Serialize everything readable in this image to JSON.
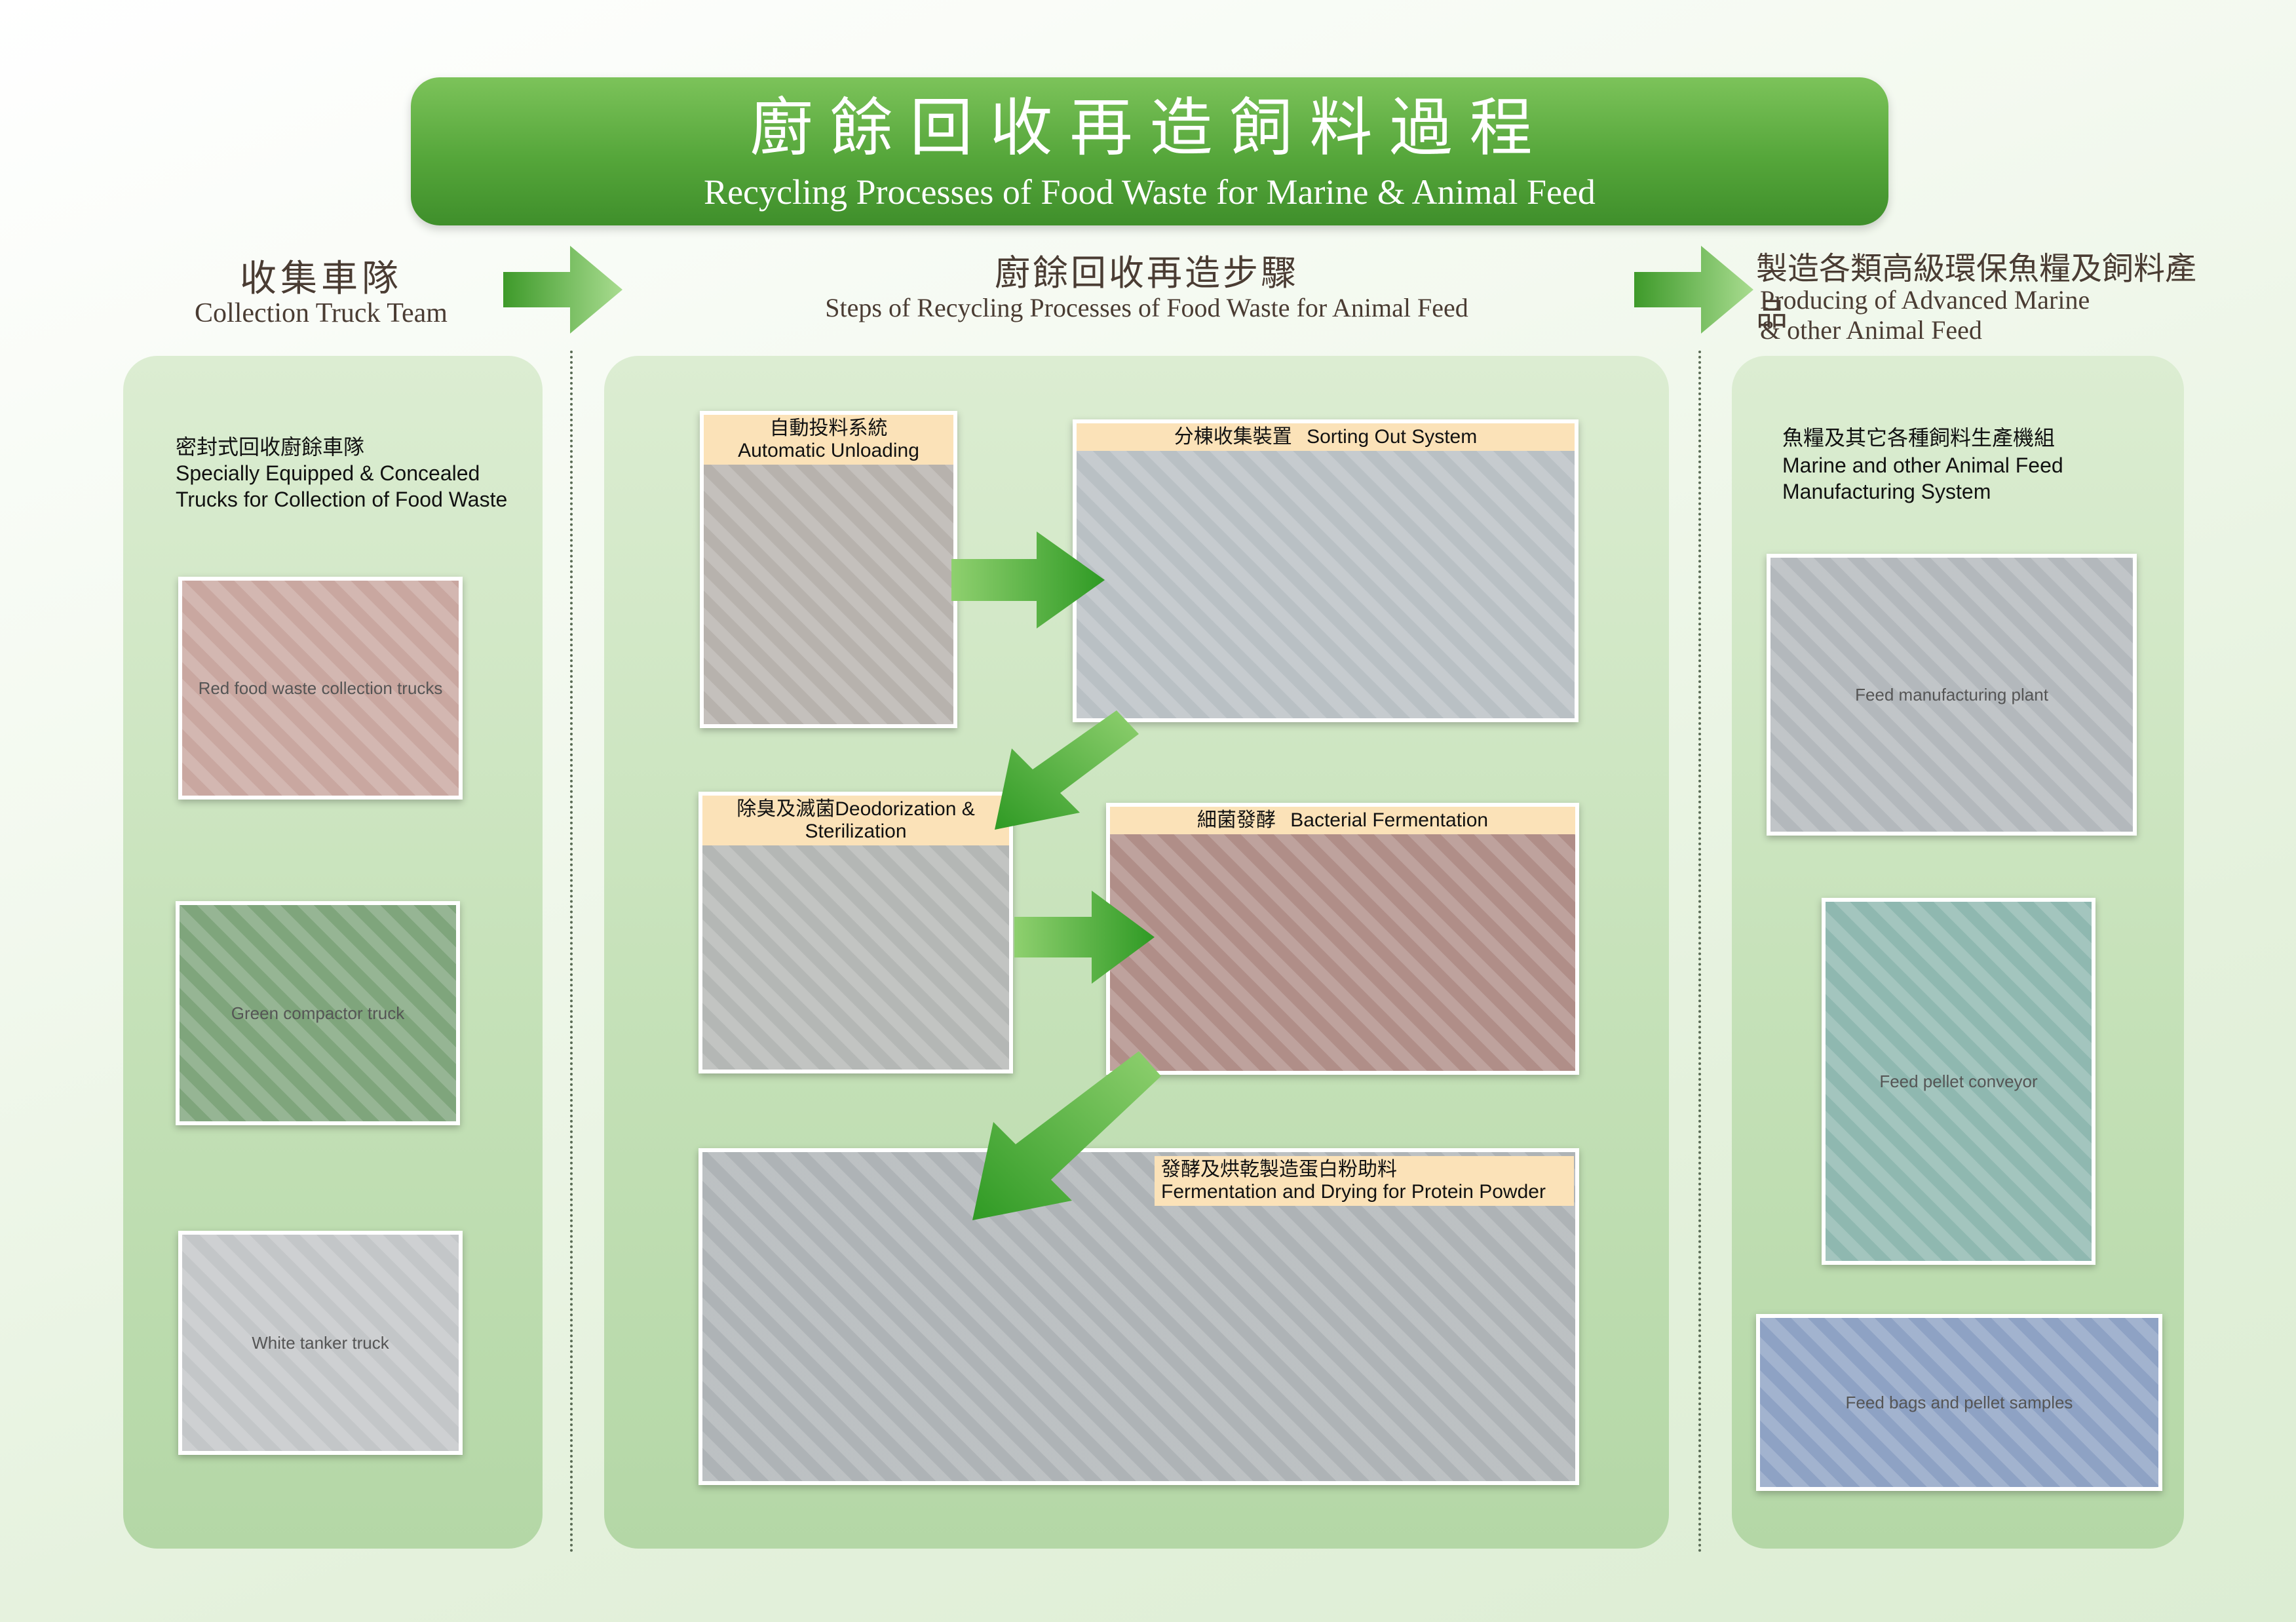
{
  "header": {
    "title_cn": "廚餘回收再造飼料過程",
    "title_en": "Recycling Processes of Food Waste for Marine & Animal Feed"
  },
  "sections": {
    "collection": {
      "title_cn": "收集車隊",
      "title_en": "Collection Truck Team"
    },
    "recycling": {
      "title_cn": "廚餘回收再造步驟",
      "title_en": "Steps of Recycling Processes of Food Waste for Animal Feed"
    },
    "producing": {
      "title_cn": "製造各類高級環保魚糧及飼料產品",
      "title_en_line1": "Producing of Advanced Marine",
      "title_en_line2": "& other Animal Feed"
    }
  },
  "left_panel": {
    "label_cn": "密封式回收廚餘車隊",
    "label_en_line1": "Specially Equipped & Concealed",
    "label_en_line2": "Trucks for Collection of Food Waste",
    "photos": [
      "Red food waste collection trucks",
      "Green compactor truck",
      "White tanker truck"
    ]
  },
  "steps": [
    {
      "label_cn": "自動投料系統",
      "label_en": "Automatic Unloading"
    },
    {
      "label_cn": "分棟收集裝置",
      "label_en": "Sorting Out System"
    },
    {
      "label_cn": "除臭及滅菌",
      "label_en": "Deodorization & Sterilization"
    },
    {
      "label_cn": "細菌發酵",
      "label_en": "Bacterial Fermentation"
    },
    {
      "label_cn": "發酵及烘乾製造蛋白粉助料",
      "label_en": "Fermentation and Drying for Protein Powder"
    }
  ],
  "right_panel": {
    "label_cn": "魚糧及其它各種飼料生產機組",
    "label_en_line1": "Marine and other Animal Feed",
    "label_en_line2": "Manufacturing System",
    "photos": [
      "Feed manufacturing plant",
      "Feed pellet conveyor",
      "Feed bags and pellet samples"
    ]
  },
  "colors": {
    "banner_green": "#55a63a",
    "arrow_green": "#4aa52e",
    "tag_bg": "#fbe2b8",
    "panel_green": "#c5e1b8"
  }
}
